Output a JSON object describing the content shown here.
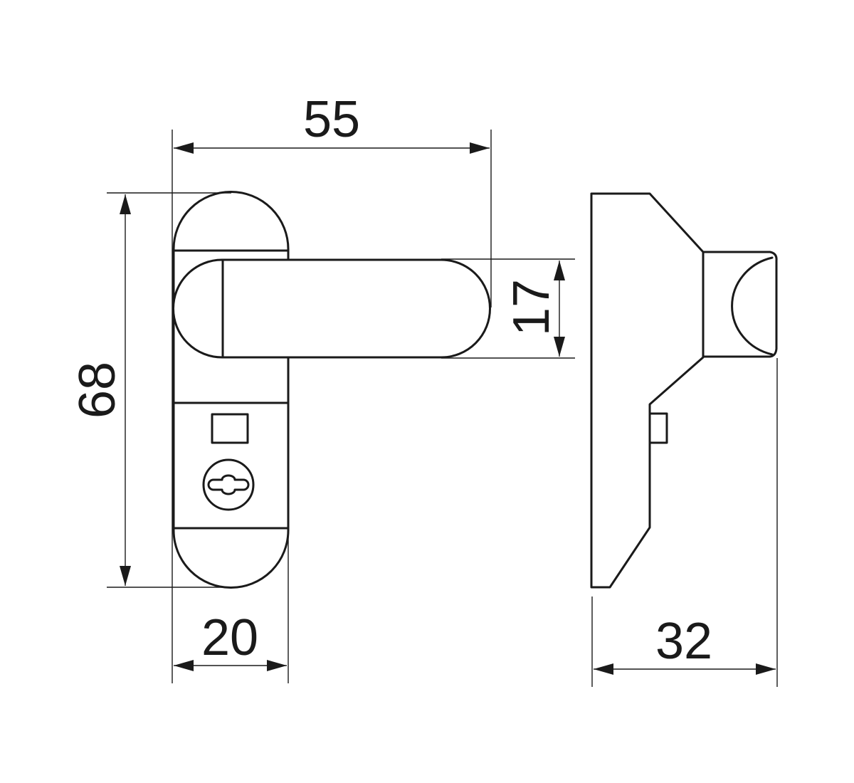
{
  "dimensions": {
    "total_width": "55",
    "total_height": "68",
    "plate_width": "20",
    "handle_height": "17",
    "depth": "32"
  }
}
